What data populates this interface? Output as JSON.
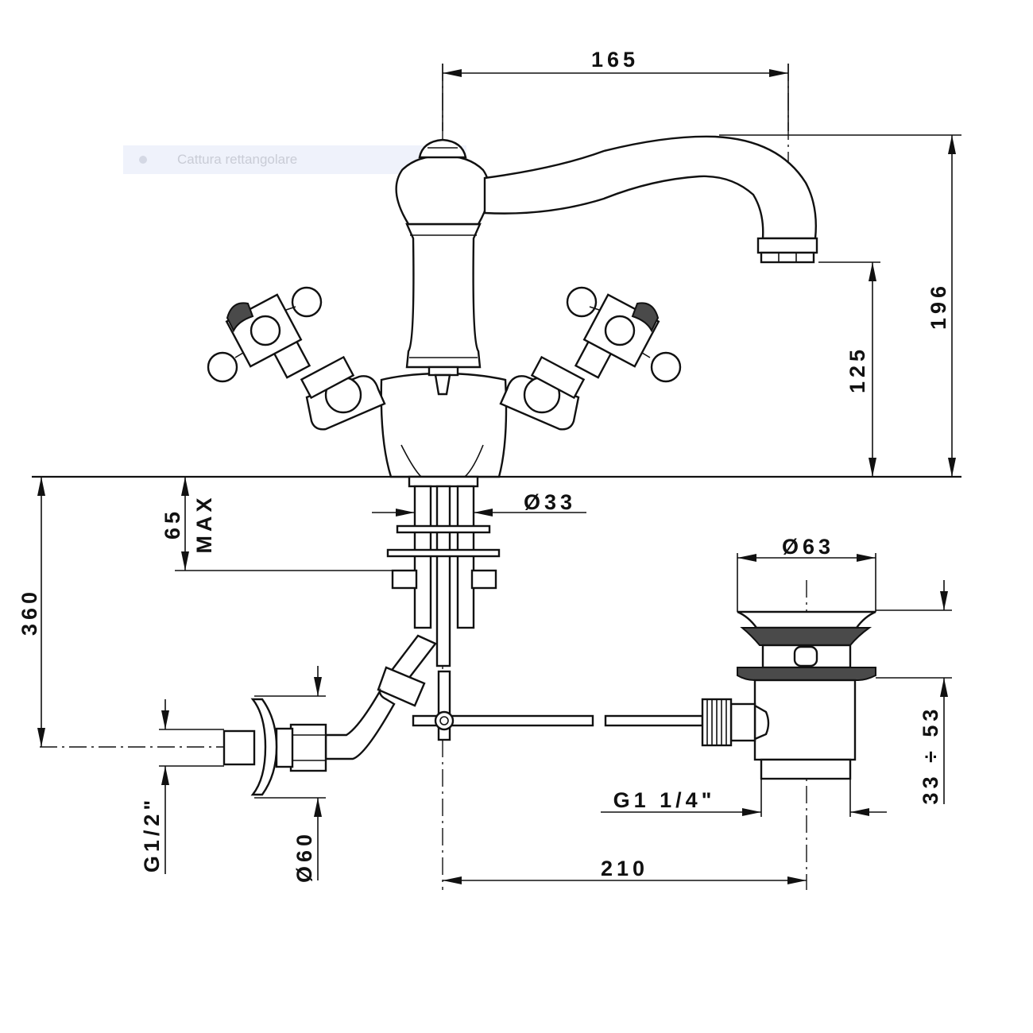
{
  "overlay": {
    "label": "Cattura rettangolare"
  },
  "dimensions": {
    "spout_reach": "165",
    "total_height": "196",
    "spout_height": "125",
    "below_deck_depth": "360",
    "max_deck_thickness_value": "65",
    "max_deck_thickness_label": "MAX",
    "shank_diameter": "Ø33",
    "waste_head_diameter": "Ø63",
    "waste_adjustment": "33 ÷ 53",
    "waste_thread": "G1 1/4\"",
    "waste_distance": "210",
    "supply_thread": "G1/2\"",
    "rosette_diameter": "Ø60"
  }
}
